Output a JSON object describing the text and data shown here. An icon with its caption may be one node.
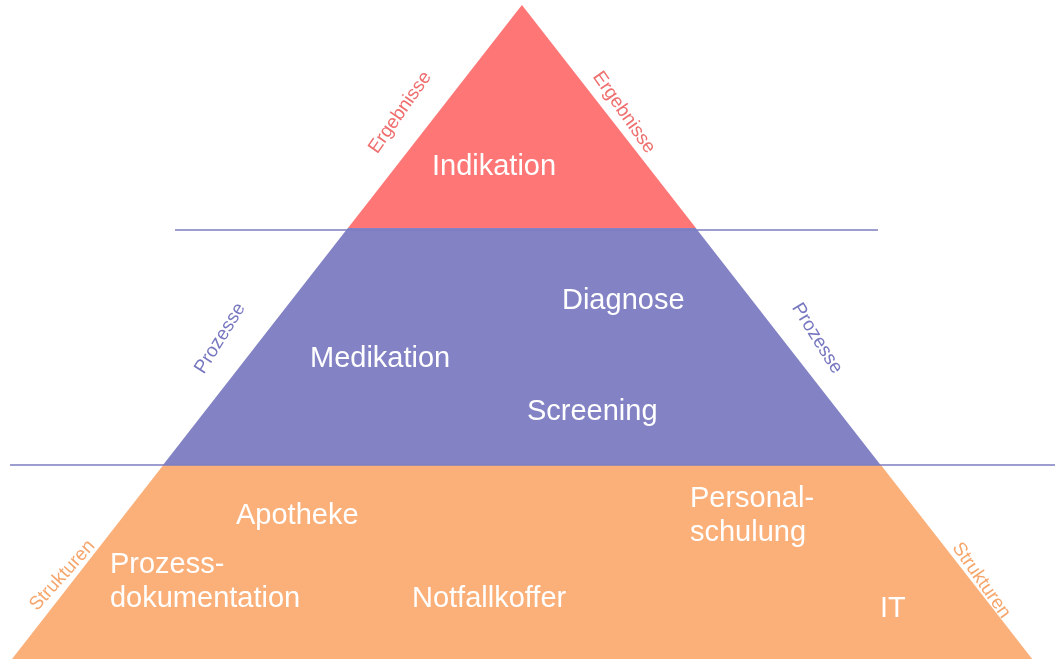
{
  "diagram": {
    "nodes": [
      {
        "text": [
          "Indikation"
        ],
        "beside": [
          "Ergebnisse",
          "Ergebnisse"
        ]
      },
      {
        "text": [
          "Diagnose",
          "Medikation",
          "Screening"
        ],
        "beside": [
          "Prozesse",
          "Prozesse"
        ]
      },
      {
        "text": [
          "Apotheke",
          "Personal- schulung",
          "Prozess- dokumentation",
          "Notfallkoffer",
          "IT"
        ],
        "beside": [
          "Strukturen",
          "Strukturen"
        ]
      }
    ]
  }
}
